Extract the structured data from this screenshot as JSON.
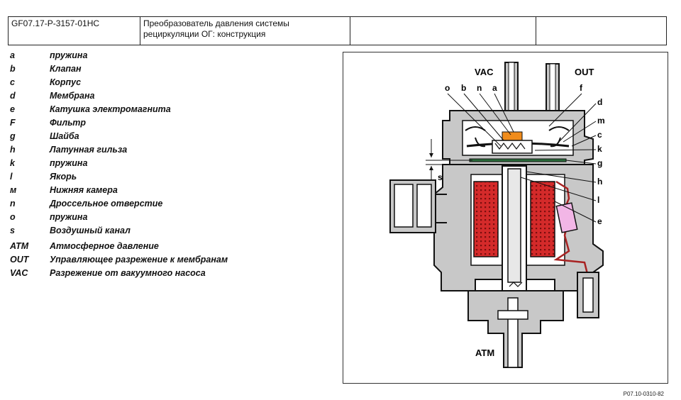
{
  "header": {
    "doc_code": "GF07.17-P-3157-01HC",
    "title": "Преобразователь давления системы рециркуляции ОГ: конструкция",
    "cell3": "",
    "cell4": ""
  },
  "legend": [
    {
      "key": "a",
      "label": "пружина"
    },
    {
      "key": "b",
      "label": "Клапан"
    },
    {
      "key": "c",
      "label": "Корпус"
    },
    {
      "key": "d",
      "label": "Мембрана"
    },
    {
      "key": "e",
      "label": "Катушка электромагнита"
    },
    {
      "key": "F",
      "label": "Фильтр"
    },
    {
      "key": "g",
      "label": "Шайба"
    },
    {
      "key": "h",
      "label": "Латунная гильза"
    },
    {
      "key": "k",
      "label": "пружина"
    },
    {
      "key": "l",
      "label": "Якорь"
    },
    {
      "key": "м",
      "label": "Нижняя камера"
    },
    {
      "key": "n",
      "label": "Дроссельное отверстие"
    },
    {
      "key": "o",
      "label": "пружина"
    },
    {
      "key": "s",
      "label": "Воздушный канал"
    },
    {
      "key": "ATM",
      "label": "Атмосферное давление"
    },
    {
      "key": "OUT",
      "label": "Управляющее разрежение к мембранам"
    },
    {
      "key": "VAC",
      "label": "Разрежение от вакуумного насоса"
    }
  ],
  "diagram": {
    "port_vac": "VAC",
    "port_out": "OUT",
    "port_atm": "ATM",
    "callouts": {
      "o": "o",
      "b": "b",
      "n": "n",
      "a": "a",
      "f": "f",
      "d": "d",
      "m": "m",
      "c": "c",
      "k": "k",
      "g": "g",
      "h": "h",
      "l": "l",
      "e": "e",
      "s": "s"
    },
    "colors": {
      "coil": "#d42a2a",
      "filter": "#f08c1c",
      "housing": "#c8c8c8",
      "wire": "#a82222",
      "connector": "#f2b6e6"
    }
  },
  "figure_ref": "P07.10-0310-82"
}
